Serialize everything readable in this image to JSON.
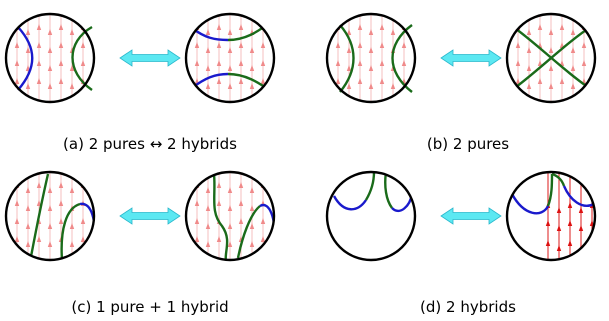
{
  "captions": {
    "a": "(a) 2 pures ↔ 2 hybrids",
    "b": "(b) 2 pures",
    "c": "(c) 1 pure + 1 hybrid",
    "d": "(d) 2 hybrids"
  },
  "colors": {
    "circle": "#000000",
    "field_line": "#f4b8b8",
    "field_arrow": "#f08a8a",
    "field_line_strong": "#e03030",
    "field_arrow_strong": "#dd1111",
    "pure_curve": "#1a6b1a",
    "hybrid_curve_blue": "#1a1acc",
    "double_arrow": "#5ce8f2",
    "double_arrow_stroke": "#2ab8cc"
  },
  "icons": {
    "transition": "double-arrow-icon"
  }
}
